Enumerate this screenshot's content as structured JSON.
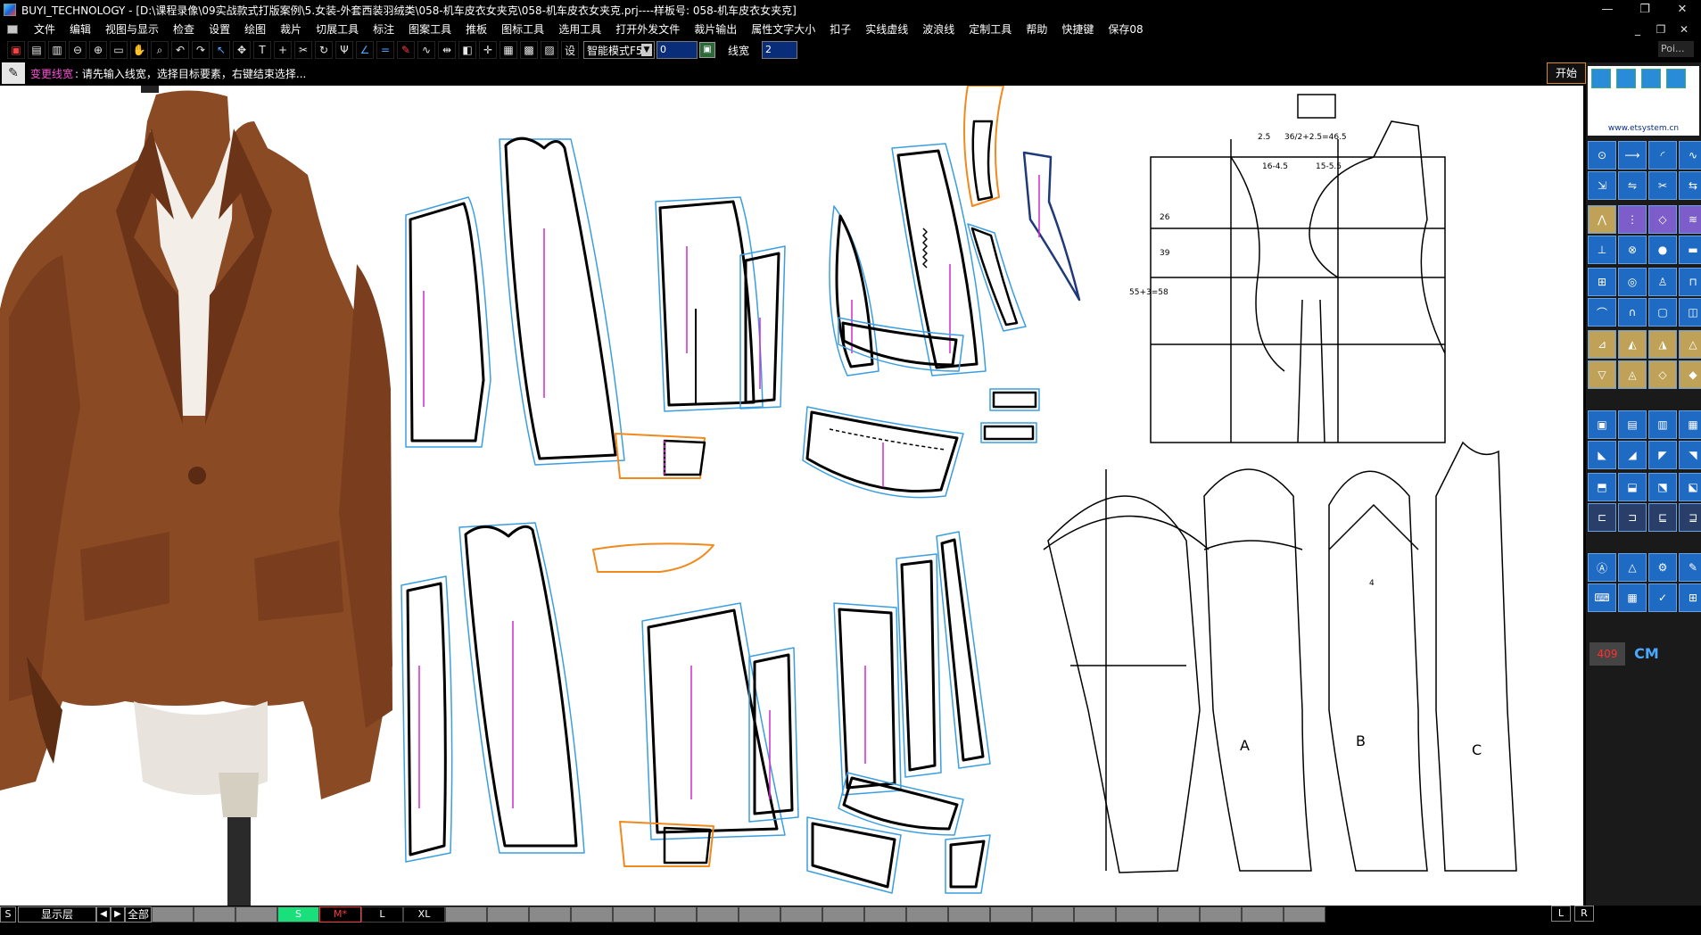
{
  "titlebar": {
    "title": "BUYI_TECHNOLOGY - [D:\\课程录像\\09实战款式打版案例\\5.女装-外套西装羽绒类\\058-机车皮衣女夹克\\058-机车皮衣女夹克.prj----样板号: 058-机车皮衣女夹克]"
  },
  "menu": [
    "文件",
    "编辑",
    "视图与显示",
    "检查",
    "设置",
    "绘图",
    "裁片",
    "切展工具",
    "标注",
    "图案工具",
    "推板",
    "图标工具",
    "选用工具",
    "打开外发文件",
    "裁片输出",
    "属性文字大小",
    "扣子",
    "实线虚线",
    "波浪线",
    "定制工具",
    "帮助",
    "快捷键",
    "保存08"
  ],
  "toolbar": {
    "mode": "智能模式F5",
    "field1": "0",
    "linewidth_label": "线宽",
    "linewidth_value": "2",
    "poi": "Poi..."
  },
  "status": {
    "command": "变更线宽",
    "message": ": 请先输入线宽，选择目标要素，右键结束选择...",
    "start_button": "开始"
  },
  "right_panel": {
    "url": "www.etsystem.cn",
    "badge": "409",
    "unit": "CM"
  },
  "bottombar": {
    "s": "S",
    "layer": "显示层",
    "all": "全部",
    "sizes": [
      "S",
      "M*",
      "L",
      "XL"
    ],
    "right": [
      "L",
      "R"
    ]
  },
  "drafts": {
    "measure_top": "36/2+2.5=46.5",
    "m1": "2.5",
    "m2": "15-5.5",
    "m3": "16-4.5",
    "m4": "26",
    "m5": "39",
    "m6": "55+3=58",
    "sleeve_a": "A",
    "sleeve_b": "B",
    "sleeve_c": "C",
    "sleeve_top": "4"
  },
  "colors": {
    "piece_outline": "#000000",
    "seam_allowance": "#3a9ee0",
    "grainline": "#d02ad0",
    "facing": "#f08a1c"
  }
}
